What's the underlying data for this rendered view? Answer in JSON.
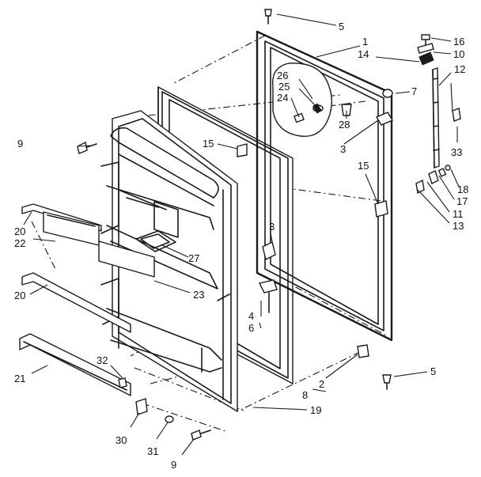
{
  "callouts": [
    {
      "id": "c5a",
      "text": "5"
    },
    {
      "id": "c1",
      "text": "1"
    },
    {
      "id": "c16",
      "text": "16"
    },
    {
      "id": "c10",
      "text": "10"
    },
    {
      "id": "c14",
      "text": "14"
    },
    {
      "id": "c12",
      "text": "12"
    },
    {
      "id": "c26",
      "text": "26"
    },
    {
      "id": "c25",
      "text": "25"
    },
    {
      "id": "c24",
      "text": "24"
    },
    {
      "id": "c7",
      "text": "7"
    },
    {
      "id": "c28",
      "text": "28"
    },
    {
      "id": "c3a",
      "text": "3"
    },
    {
      "id": "c33",
      "text": "33"
    },
    {
      "id": "c9a",
      "text": "9"
    },
    {
      "id": "c15a",
      "text": "15"
    },
    {
      "id": "c15b",
      "text": "15"
    },
    {
      "id": "c18",
      "text": "18"
    },
    {
      "id": "c17",
      "text": "17"
    },
    {
      "id": "c11",
      "text": "11"
    },
    {
      "id": "c13",
      "text": "13"
    },
    {
      "id": "c20a",
      "text": "20"
    },
    {
      "id": "c22",
      "text": "22"
    },
    {
      "id": "c3b",
      "text": "3"
    },
    {
      "id": "c27",
      "text": "27"
    },
    {
      "id": "c23",
      "text": "23"
    },
    {
      "id": "c4",
      "text": "4"
    },
    {
      "id": "c6",
      "text": "6"
    },
    {
      "id": "c20b",
      "text": "20"
    },
    {
      "id": "c32",
      "text": "32"
    },
    {
      "id": "c21",
      "text": "21"
    },
    {
      "id": "c2",
      "text": "2"
    },
    {
      "id": "c8",
      "text": "8"
    },
    {
      "id": "c5b",
      "text": "5"
    },
    {
      "id": "c19",
      "text": "19"
    },
    {
      "id": "c30",
      "text": "30"
    },
    {
      "id": "c31",
      "text": "31"
    },
    {
      "id": "c9b",
      "text": "9"
    }
  ]
}
